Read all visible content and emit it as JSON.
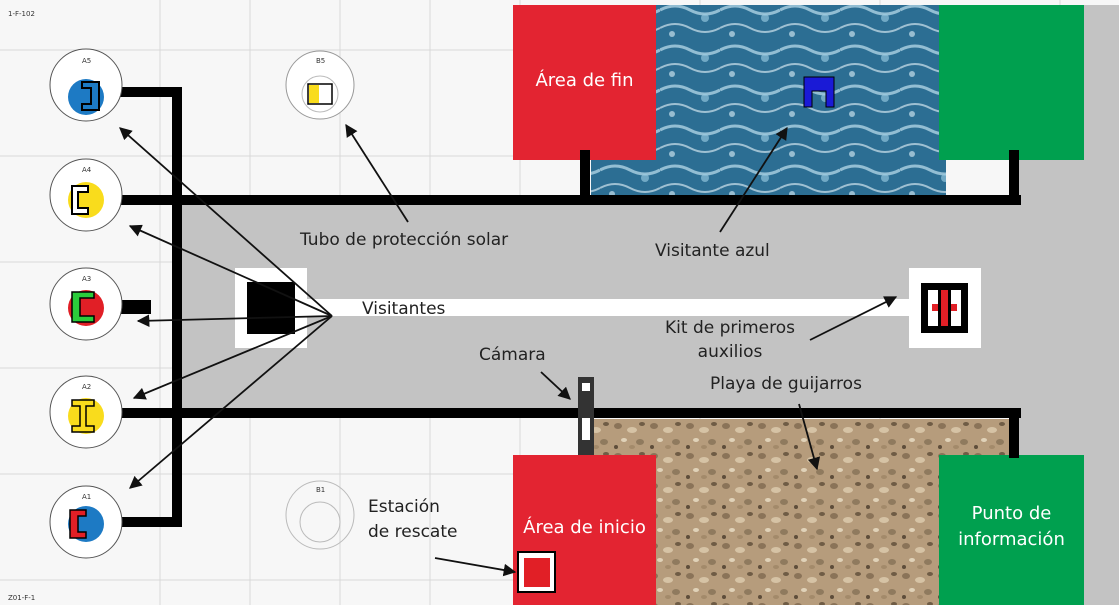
{
  "corner_labels": {
    "top_left": "1-F-102",
    "bottom_left": "Z01-F-1"
  },
  "stations": {
    "a5": "A5",
    "a4": "A4",
    "a3": "A3",
    "a2": "A2",
    "a1": "A1",
    "b5": "B5",
    "b1": "B1"
  },
  "areas": {
    "end_area": "Área de fin",
    "start_area": "Área de inicio",
    "info_point_line1": "Punto de",
    "info_point_line2": "información"
  },
  "labels": {
    "sun_tube": "Tubo de protección solar",
    "blue_visitor": "Visitante azul",
    "visitors": "Visitantes",
    "first_aid_line1": "Kit de primeros",
    "first_aid_line2": "auxilios",
    "camera": "Cámara",
    "pebble_beach": "Playa de guijarros",
    "rescue_line1": "Estación",
    "rescue_line2": "de rescate"
  },
  "colors": {
    "red_area": "#e32431",
    "green_area": "#00a04f",
    "water": "#2c6e93",
    "pebbles": "#b69c7c",
    "road": "#c3c3c3",
    "blue_visitor": "#1a1ad6",
    "yellow_visitor": "#f9dc1c",
    "red_visitor": "#e11f26",
    "green_visitor": "#2bcc3b",
    "cyan_visitor": "#1d7ac4"
  }
}
